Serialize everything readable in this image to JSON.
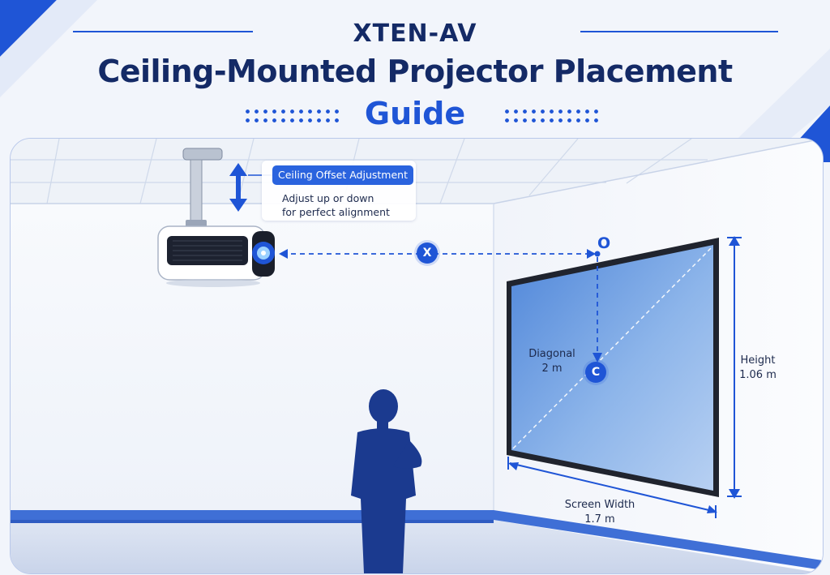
{
  "header": {
    "brand": "XTEN-AV",
    "title": "Ceiling-Mounted Projector Placement",
    "subtitle": "Guide"
  },
  "callout": {
    "title": "Ceiling Offset Adjustment",
    "line1": "Adjust up or down",
    "line2": "for perfect alignment"
  },
  "markers": {
    "x": "X",
    "c": "C",
    "o": "O"
  },
  "labels": {
    "diagonal_title": "Diagonal",
    "diagonal_value": "2 m",
    "height_title": "Height",
    "height_value": "1.06 m",
    "width_title": "Screen Width",
    "width_value": "1.7 m"
  },
  "colors": {
    "brand_navy": "#142a66",
    "accent_blue": "#1f55d6",
    "screen_blue": "#6f9ee0",
    "wall": "#f6f8fc"
  },
  "icons": [
    "projector-icon",
    "ceiling-mount-icon",
    "person-silhouette-icon",
    "vertical-double-arrow-icon"
  ]
}
